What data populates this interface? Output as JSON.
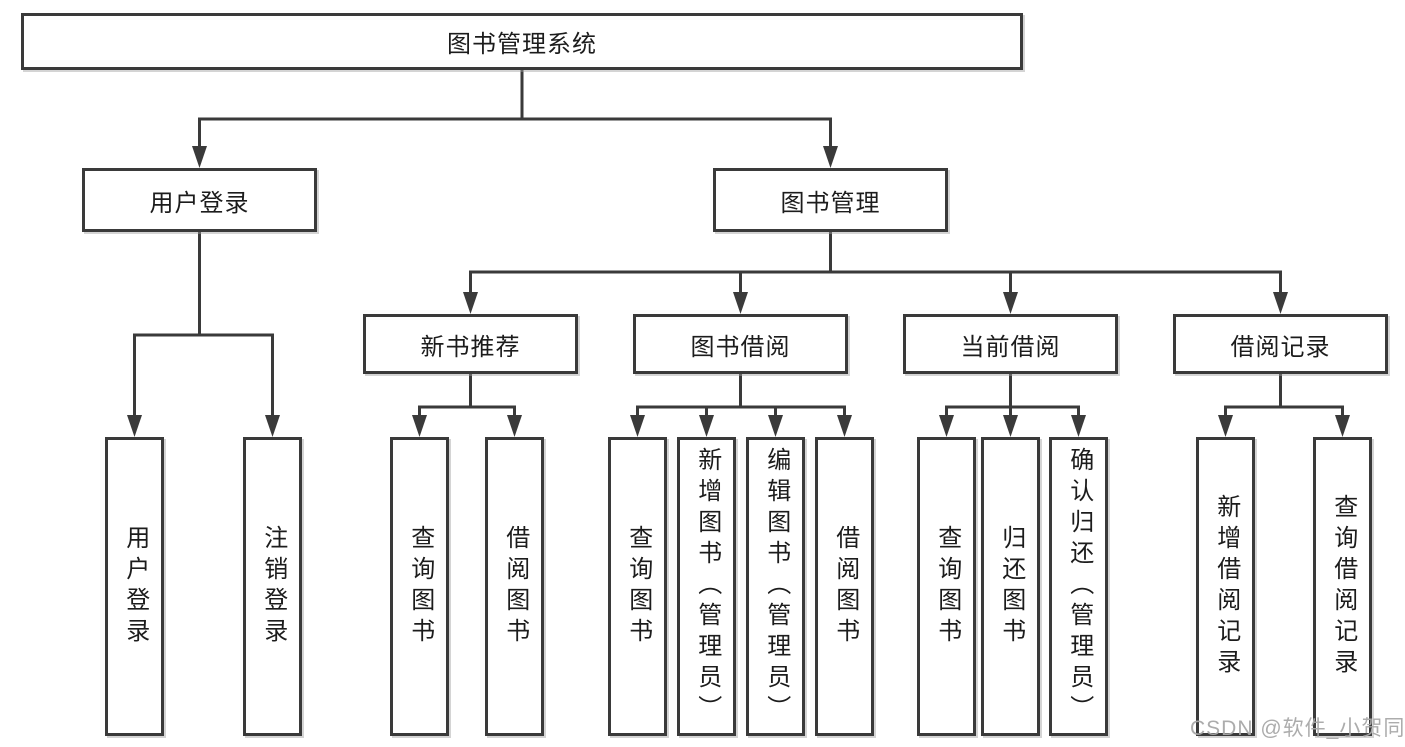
{
  "title": "图书管理系统",
  "watermark": "CSDN @软件_小贺同学",
  "tree": {
    "label": "图书管理系统",
    "children": [
      {
        "label": "用户登录",
        "children": [
          {
            "label": "用户登录"
          },
          {
            "label": "注销登录"
          }
        ]
      },
      {
        "label": "图书管理",
        "children": [
          {
            "label": "新书推荐",
            "children": [
              {
                "label": "查询图书"
              },
              {
                "label": "借阅图书"
              }
            ]
          },
          {
            "label": "图书借阅",
            "children": [
              {
                "label": "查询图书"
              },
              {
                "label": "新增图书（管理员）"
              },
              {
                "label": "编辑图书（管理员）"
              },
              {
                "label": "借阅图书"
              }
            ]
          },
          {
            "label": "当前借阅",
            "children": [
              {
                "label": "查询图书"
              },
              {
                "label": "归还图书"
              },
              {
                "label": "确认归还（管理员）"
              }
            ]
          },
          {
            "label": "借阅记录",
            "children": [
              {
                "label": "新增借阅记录"
              },
              {
                "label": "查询借阅记录"
              }
            ]
          }
        ]
      }
    ]
  },
  "colors": {
    "box_border": "#3a3a3a",
    "connector": "#3a3a3a",
    "text": "#1c1c1c",
    "watermark": "#a8a8a8",
    "background": "#ffffff"
  }
}
